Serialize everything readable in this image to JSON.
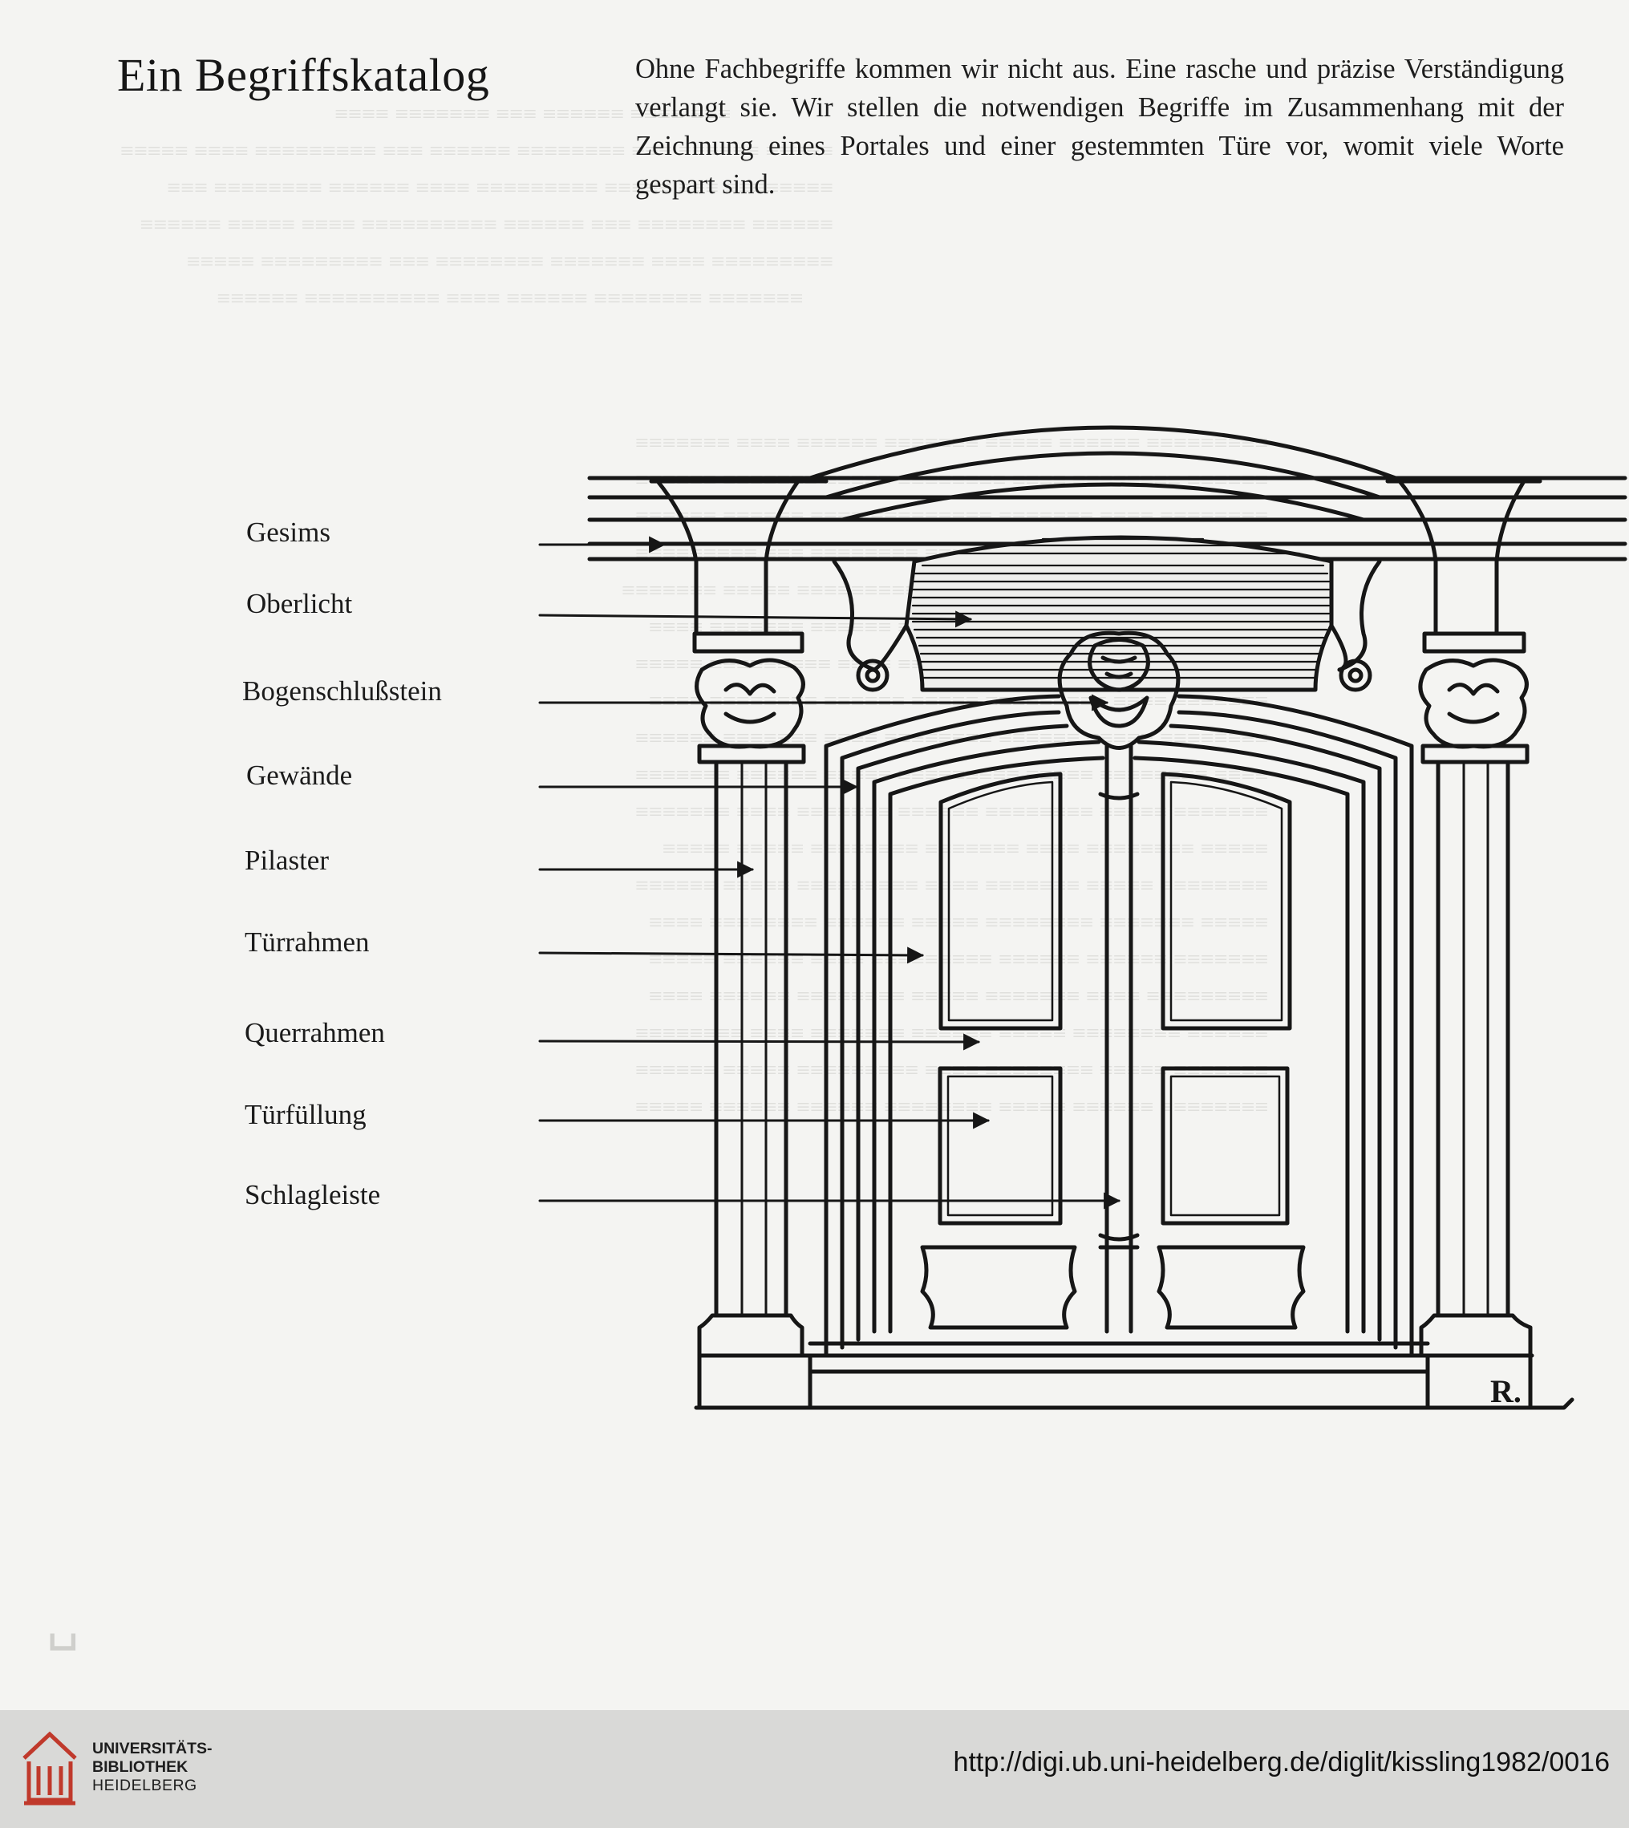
{
  "page": {
    "heading": "Ein Begriffskatalog",
    "intro": "Ohne Fachbegriffe kommen wir nicht aus. Eine rasche und präzise Verständigung verlangt sie. Wir stellen die notwendigen Begriffe im Zusammenhang mit der Zeichnung eines Portales und einer gestemmten Türe vor, womit viele Worte gespart sind."
  },
  "figure": {
    "terms": [
      "Gesims",
      "Oberlicht",
      "Bogenschlußstein",
      "Gewände",
      "Pilaster",
      "Türrahmen",
      "Querrahmen",
      "Türfüllung",
      "Schlagleiste"
    ],
    "signature_letter": "R."
  },
  "footer": {
    "library_line1": "UNIVERSITÄTS-",
    "library_line2": "BIBLIOTHEK",
    "library_line3": "HEIDELBERG",
    "url": "http://digi.ub.uni-heidelberg.de/diglit/kissling1982/0016"
  },
  "colors": {
    "ink": "#161616",
    "paper": "#f4f4f2",
    "footer_bg": "#d9d9d7",
    "logo_red": "#c0392b"
  }
}
